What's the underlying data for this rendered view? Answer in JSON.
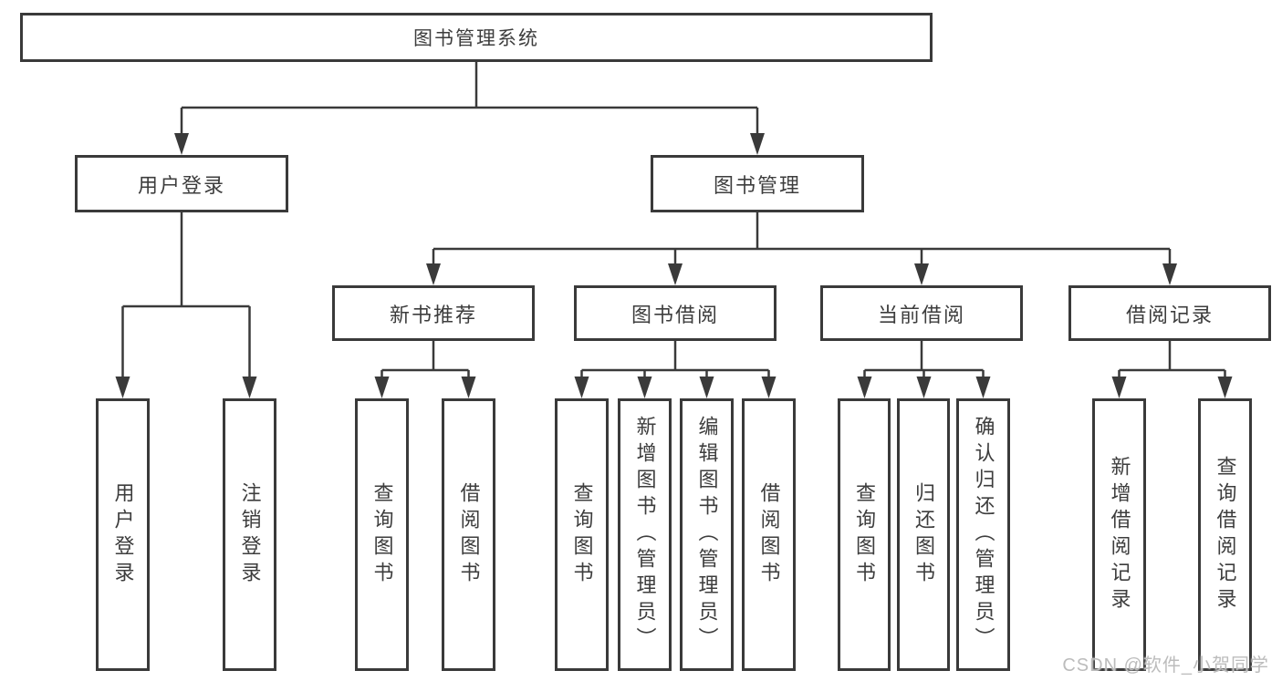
{
  "tree": {
    "root": {
      "label": "图书管理系统",
      "children": [
        {
          "label": "用户登录",
          "children": [
            {
              "label": "用户登录"
            },
            {
              "label": "注销登录"
            }
          ]
        },
        {
          "label": "图书管理",
          "children": [
            {
              "label": "新书推荐",
              "children": [
                {
                  "label": "查询图书"
                },
                {
                  "label": "借阅图书"
                }
              ]
            },
            {
              "label": "图书借阅",
              "children": [
                {
                  "label": "查询图书"
                },
                {
                  "label": "新增图书（管理员）"
                },
                {
                  "label": "编辑图书（管理员）"
                },
                {
                  "label": "借阅图书"
                }
              ]
            },
            {
              "label": "当前借阅",
              "children": [
                {
                  "label": "查询图书"
                },
                {
                  "label": "归还图书"
                },
                {
                  "label": "确认归还（管理员）"
                }
              ]
            },
            {
              "label": "借阅记录",
              "children": [
                {
                  "label": "新增借阅记录"
                },
                {
                  "label": "查询借阅记录"
                }
              ]
            }
          ]
        }
      ]
    }
  },
  "watermark": {
    "text": "CSDN @软件_小贺同学"
  },
  "colors": {
    "line": "#3a3a3a",
    "box_border": "#3a3a3a",
    "text": "#3d3d3d",
    "watermark": "#bcbcbc",
    "background": "#ffffff"
  }
}
